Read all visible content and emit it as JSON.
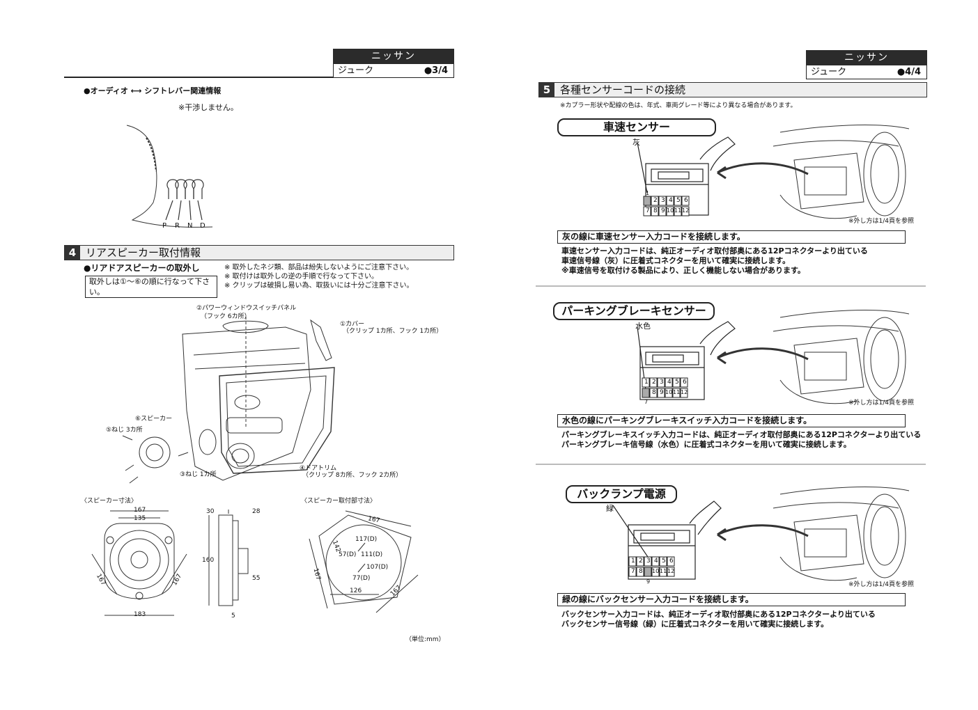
{
  "left_page": {
    "maker": "ニッサン",
    "model": "ジューク",
    "page": "●3/4",
    "shift_title": "●オーディオ ⟷ シフトレバー関連情報",
    "shift_note": "※干渉しません。",
    "shift_labels": [
      "P",
      "R",
      "N",
      "D"
    ],
    "section4": {
      "number": "4",
      "title": "リアスピーカー取付情報",
      "subtitle": "●リアドアスピーカーの取外し",
      "order_note": "取外しは①～⑥の順に行なって下さい。",
      "cautions": [
        "※ 取外したネジ類、部品は紛失しないようにご注意下さい。",
        "※ 取付けは取外しの逆の手順で行なって下さい。",
        "※ クリップは破損し易い為、取扱いには十分ご注意下さい。"
      ],
      "callouts": {
        "power_window": "②パワーウィンドウスイッチパネル",
        "power_window_sub": "（フック 6カ所）",
        "cover": "①カバー",
        "cover_sub": "（クリップ 1カ所、フック 1カ所）",
        "speaker": "⑥スピーカー",
        "screw3": "⑤ねじ 3カ所",
        "door_trim": "④ドアトリム",
        "door_trim_sub": "（クリップ 8カ所、フック 2カ所）",
        "screw1": "③ねじ 1カ所"
      },
      "speaker_dims_title": "〈スピーカー寸法〉",
      "mount_dims_title": "〈スピーカー取付部寸法〉",
      "speaker_dims": [
        "167",
        "135",
        "167",
        "167",
        "183"
      ],
      "side_dims": [
        "30",
        "28",
        "160",
        "55",
        "5"
      ],
      "mount_dims": [
        "167",
        "142",
        "117(D)",
        "57(D)",
        "111(D)",
        "107(D)",
        "77(D)",
        "167",
        "126",
        "167"
      ],
      "unit_note": "（単位:mm）"
    }
  },
  "right_page": {
    "maker": "ニッサン",
    "model": "ジューク",
    "page": "●4/4",
    "section5": {
      "number": "5",
      "title": "各種センサーコードの接続",
      "note": "※カプラー形状や配線の色は、年式、車両グレード等により異なる場合があります。"
    },
    "connector_pins_top": [
      "1",
      "2",
      "3",
      "4",
      "5",
      "6"
    ],
    "connector_pins_bottom": [
      "7",
      "8",
      "9",
      "10",
      "11",
      "12"
    ],
    "removal_ref": "※外し方は1/4頁を参照",
    "sensors": [
      {
        "name": "車速センサー",
        "wire_color": "灰",
        "pin_mark": "1",
        "instruction": "灰の線に車速センサー入力コードを接続します。",
        "desc": [
          "車速センサー入力コードは、純正オーディオ取付部奥にある12Pコネクターより出ている",
          "車速信号線（灰）に圧着式コネクターを用いて確実に接続します。",
          "※車速信号を取付ける製品により、正しく機能しない場合があります。"
        ]
      },
      {
        "name": "パーキングブレーキセンサー",
        "wire_color": "水色",
        "pin_mark": "7",
        "instruction": "水色の線にパーキングブレーキスイッチ入力コードを接続します。",
        "desc": [
          "パーキングブレーキスイッチ入力コードは、純正オーディオ取付部奥にある12Pコネクターより出ている",
          "パーキングブレーキ信号線（水色）に圧着式コネクターを用いて確実に接続します。"
        ]
      },
      {
        "name": "バックランプ電源",
        "wire_color": "緑",
        "pin_mark": "9",
        "instruction": "緑の線にバックセンサー入力コードを接続します。",
        "desc": [
          "バックセンサー入力コードは、純正オーディオ取付部奥にある12Pコネクターより出ている",
          "バックセンサー信号線（緑）に圧着式コネクターを用いて確実に接続します。"
        ]
      }
    ]
  }
}
